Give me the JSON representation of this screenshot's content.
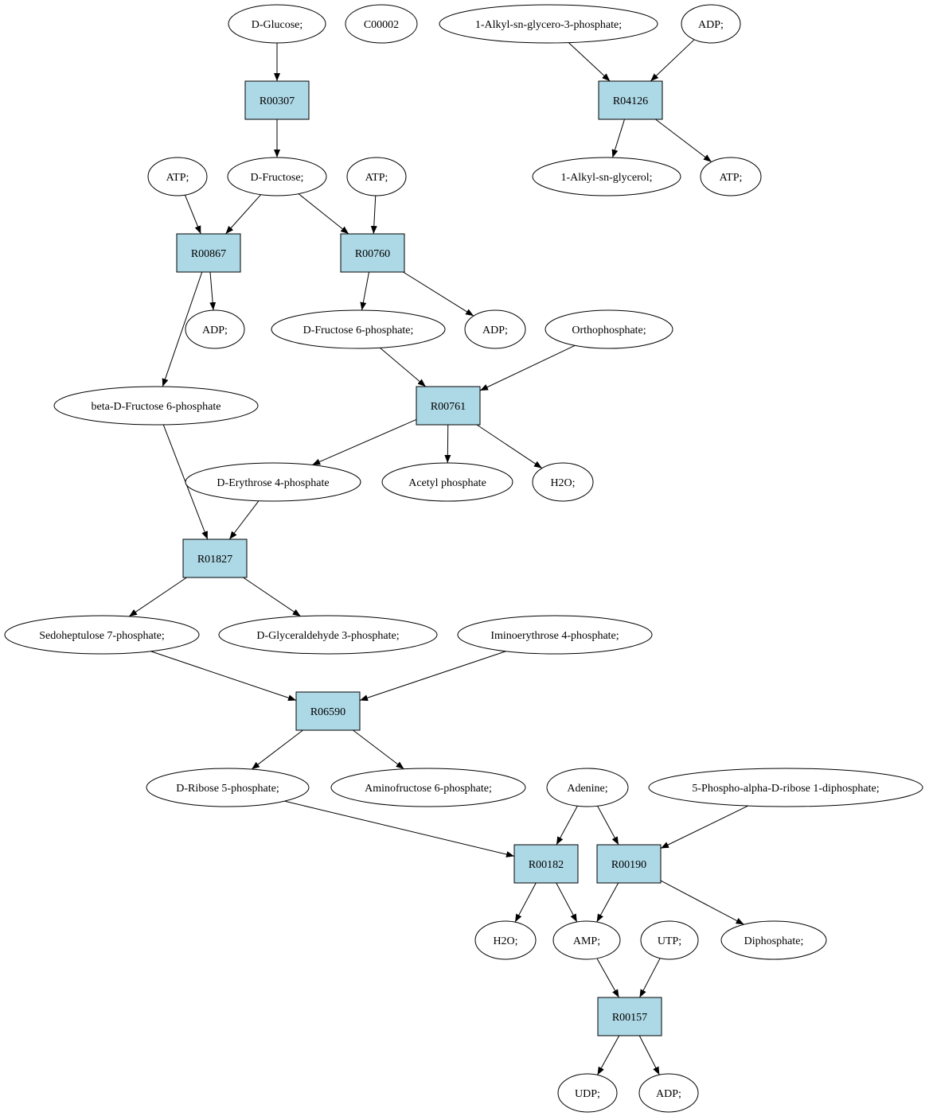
{
  "colors": {
    "start_compound": "#00e000",
    "highlight_compound": "#ffff00",
    "reaction": "#add8e6",
    "compound": "#ffffff"
  },
  "nodes": [
    {
      "id": "glc",
      "label": "D-Glucose;",
      "kind": "compound",
      "fill": "#00e000"
    },
    {
      "id": "c2",
      "label": "C00002",
      "kind": "compound",
      "fill": "#ffff00"
    },
    {
      "id": "alkylg3p",
      "label": "1-Alkyl-sn-glycero-3-phosphate;",
      "kind": "compound"
    },
    {
      "id": "adp_top",
      "label": "ADP;",
      "kind": "compound"
    },
    {
      "id": "R00307",
      "label": "R00307",
      "kind": "reaction"
    },
    {
      "id": "R04126",
      "label": "R04126",
      "kind": "reaction"
    },
    {
      "id": "atp1",
      "label": "ATP;",
      "kind": "compound"
    },
    {
      "id": "fru",
      "label": "D-Fructose;",
      "kind": "compound"
    },
    {
      "id": "atp2",
      "label": "ATP;",
      "kind": "compound"
    },
    {
      "id": "alkylg",
      "label": "1-Alkyl-sn-glycerol;",
      "kind": "compound"
    },
    {
      "id": "atp3",
      "label": "ATP;",
      "kind": "compound"
    },
    {
      "id": "R00867",
      "label": "R00867",
      "kind": "reaction"
    },
    {
      "id": "R00760",
      "label": "R00760",
      "kind": "reaction"
    },
    {
      "id": "adp1",
      "label": "ADP;",
      "kind": "compound"
    },
    {
      "id": "f6p",
      "label": "D-Fructose 6-phosphate;",
      "kind": "compound"
    },
    {
      "id": "adp2",
      "label": "ADP;",
      "kind": "compound"
    },
    {
      "id": "pi",
      "label": "Orthophosphate;",
      "kind": "compound"
    },
    {
      "id": "bf6p",
      "label": "beta-D-Fructose 6-phosphate",
      "kind": "compound"
    },
    {
      "id": "R00761",
      "label": "R00761",
      "kind": "reaction"
    },
    {
      "id": "e4p",
      "label": "D-Erythrose 4-phosphate",
      "kind": "compound"
    },
    {
      "id": "acp",
      "label": "Acetyl phosphate",
      "kind": "compound"
    },
    {
      "id": "h2o1",
      "label": "H2O;",
      "kind": "compound"
    },
    {
      "id": "R01827",
      "label": "R01827",
      "kind": "reaction"
    },
    {
      "id": "s7p",
      "label": "Sedoheptulose 7-phosphate;",
      "kind": "compound"
    },
    {
      "id": "g3p",
      "label": "D-Glyceraldehyde 3-phosphate;",
      "kind": "compound"
    },
    {
      "id": "ie4p",
      "label": "Iminoerythrose 4-phosphate;",
      "kind": "compound"
    },
    {
      "id": "R06590",
      "label": "R06590",
      "kind": "reaction"
    },
    {
      "id": "r5p",
      "label": "D-Ribose 5-phosphate;",
      "kind": "compound"
    },
    {
      "id": "af6p",
      "label": "Aminofructose 6-phosphate;",
      "kind": "compound"
    },
    {
      "id": "ade",
      "label": "Adenine;",
      "kind": "compound"
    },
    {
      "id": "prpp",
      "label": "5-Phospho-alpha-D-ribose 1-diphosphate;",
      "kind": "compound"
    },
    {
      "id": "R00182",
      "label": "R00182",
      "kind": "reaction"
    },
    {
      "id": "R00190",
      "label": "R00190",
      "kind": "reaction"
    },
    {
      "id": "h2o2",
      "label": "H2O;",
      "kind": "compound"
    },
    {
      "id": "amp",
      "label": "AMP;",
      "kind": "compound"
    },
    {
      "id": "utp",
      "label": "UTP;",
      "kind": "compound"
    },
    {
      "id": "ppi",
      "label": "Diphosphate;",
      "kind": "compound"
    },
    {
      "id": "R00157",
      "label": "R00157",
      "kind": "reaction"
    },
    {
      "id": "udp",
      "label": "UDP;",
      "kind": "compound"
    },
    {
      "id": "adp3",
      "label": "ADP;",
      "kind": "compound"
    }
  ],
  "edges": [
    [
      "glc",
      "R00307"
    ],
    [
      "alkylg3p",
      "R04126"
    ],
    [
      "adp_top",
      "R04126"
    ],
    [
      "R00307",
      "fru"
    ],
    [
      "R04126",
      "alkylg"
    ],
    [
      "R04126",
      "atp3"
    ],
    [
      "atp1",
      "R00867"
    ],
    [
      "fru",
      "R00867"
    ],
    [
      "fru",
      "R00760"
    ],
    [
      "atp2",
      "R00760"
    ],
    [
      "R00867",
      "adp1"
    ],
    [
      "R00867",
      "bf6p"
    ],
    [
      "R00760",
      "f6p"
    ],
    [
      "R00760",
      "adp2"
    ],
    [
      "f6p",
      "R00761"
    ],
    [
      "pi",
      "R00761"
    ],
    [
      "R00761",
      "e4p"
    ],
    [
      "R00761",
      "acp"
    ],
    [
      "R00761",
      "h2o1"
    ],
    [
      "bf6p",
      "R01827"
    ],
    [
      "e4p",
      "R01827"
    ],
    [
      "R01827",
      "s7p"
    ],
    [
      "R01827",
      "g3p"
    ],
    [
      "s7p",
      "R06590"
    ],
    [
      "ie4p",
      "R06590"
    ],
    [
      "R06590",
      "r5p"
    ],
    [
      "R06590",
      "af6p"
    ],
    [
      "r5p",
      "R00182"
    ],
    [
      "ade",
      "R00182"
    ],
    [
      "ade",
      "R00190"
    ],
    [
      "prpp",
      "R00190"
    ],
    [
      "R00182",
      "h2o2"
    ],
    [
      "R00182",
      "amp"
    ],
    [
      "R00190",
      "amp"
    ],
    [
      "R00190",
      "ppi"
    ],
    [
      "amp",
      "R00157"
    ],
    [
      "utp",
      "R00157"
    ],
    [
      "R00157",
      "udp"
    ],
    [
      "R00157",
      "adp3"
    ]
  ]
}
